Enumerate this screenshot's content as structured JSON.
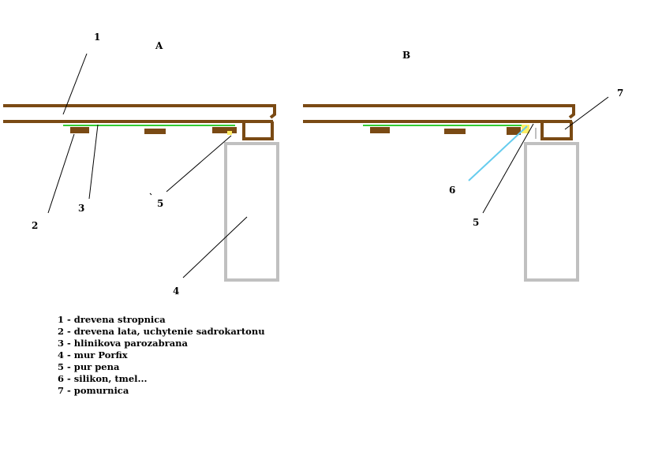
{
  "panels": [
    {
      "id": "A",
      "title": "A"
    },
    {
      "id": "B",
      "title": "B"
    }
  ],
  "callouts": {
    "a1": "1",
    "a2": "2",
    "a3": "3",
    "a4": "4",
    "a5": "5",
    "b5": "5",
    "b6": "6",
    "b7": "7"
  },
  "legend": [
    "1 - drevena stropnica",
    "2 - drevena lata, uchytenie sadrokartonu",
    "3 - hlinikova parozabrana",
    "4 - mur Porfix",
    "5 - pur pena",
    "6 - silikon, tmel...",
    "7 - pomurnica"
  ],
  "colors": {
    "wood": "#7a4a14",
    "wall": "#c0c0c0",
    "vapor_barrier": "#33cc33",
    "foam": "#ffee66",
    "sealant": "#66ccee",
    "leader": "#000000"
  }
}
